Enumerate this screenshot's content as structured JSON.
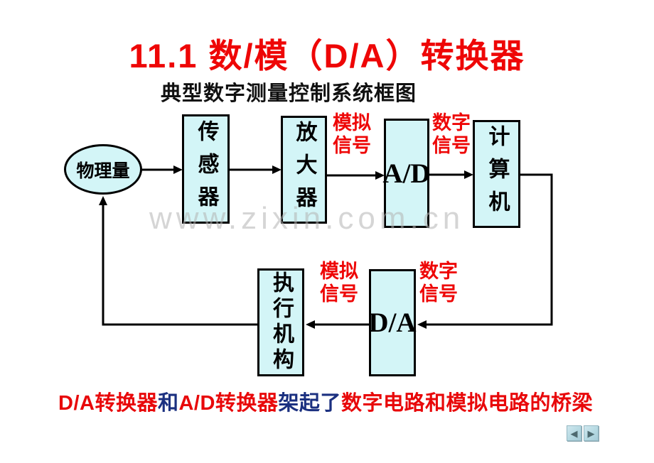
{
  "slide": {
    "title": "11.1 数/模（D/A）转换器",
    "subtitle": "典型数字测量控制系统框图",
    "watermark": "www.zixin.com.cn"
  },
  "diagram": {
    "nodes": {
      "physical_quantity": "物理量",
      "sensor": "传感器",
      "amplifier": "放大器",
      "adc": "A/D",
      "computer": "计算机",
      "actuator": "执行机构",
      "dac": "D/A"
    },
    "signal_labels": {
      "analog_top": "模拟信号",
      "digital_top": "数字信号",
      "analog_bottom": "模拟信号",
      "digital_bottom": "数字信号"
    }
  },
  "footer": {
    "segments": [
      {
        "text": "D/A转换器",
        "color": "#e8080a"
      },
      {
        "text": "和",
        "color": "#1b3080"
      },
      {
        "text": "A/D转换器",
        "color": "#e8080a"
      },
      {
        "text": "架起了",
        "color": "#1b3080"
      },
      {
        "text": "数字电路和模拟电路的桥梁",
        "color": "#e8080a"
      }
    ]
  },
  "nav": {
    "back_icon": "◀",
    "forward_icon": "▶"
  },
  "colors": {
    "title_red": "#ee0606",
    "signal_label_red": "#ee0606",
    "footer_red": "#e8080a",
    "footer_navy": "#1b3080",
    "node_fill": "#d3f5f7",
    "node_border": "#000000",
    "watermark_gray": "#b2b2b2"
  }
}
